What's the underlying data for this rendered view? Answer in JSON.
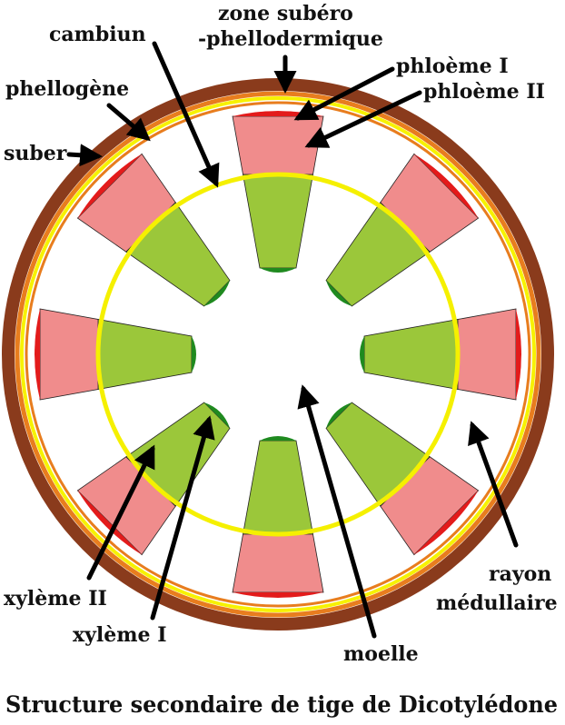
{
  "labels": {
    "zone_subero": "zone subéro",
    "phellodermique": "-phellodermique",
    "cambium": "cambiun",
    "phellogene": "phellogène",
    "phloeme_1": "phloème I",
    "phloeme_2": "phloème II",
    "suber": "suber",
    "xyleme_2": "xylème II",
    "xyleme_1": "xylème I",
    "moelle": "moelle",
    "rayon": "rayon",
    "medullaire": "médullaire"
  },
  "caption": "Structure secondaire de tige de Dicotylédone",
  "colors": {
    "suber": "#8a3b1c",
    "phellogene": "#f7f200",
    "cortex_ring": "#e87d1e",
    "cambium": "#f5f000",
    "phloem_secondary": "#f08c8c",
    "phloem_primary": "#e31b1b",
    "xylem_secondary": "#9bc73a",
    "xylem_primary": "#1f8a1f",
    "background": "#ffffff"
  }
}
